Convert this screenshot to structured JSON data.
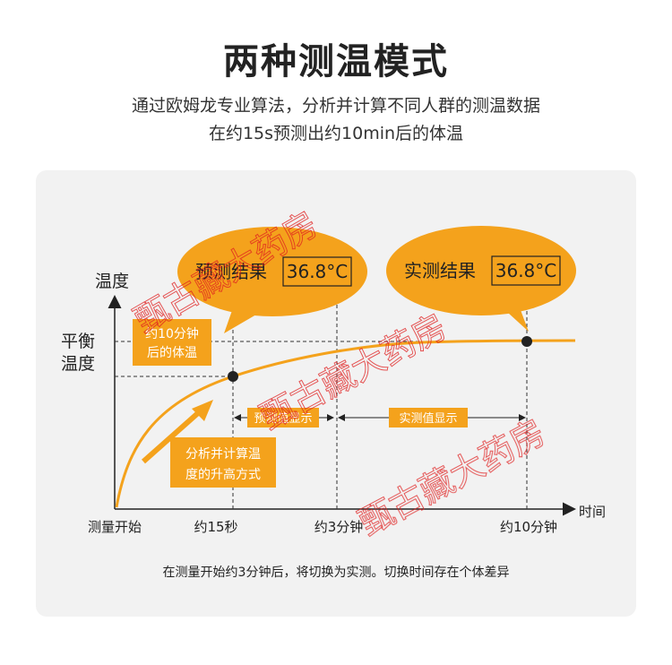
{
  "title": "两种测温模式",
  "subtitle_line1": "通过欧姆龙专业算法，分析并计算不同人群的测温数据",
  "subtitle_line2": "在约15s预测出约10min后的体温",
  "diagram": {
    "y_axis_label": "温度",
    "balance_temp_line1": "平衡",
    "balance_temp_line2": "温度",
    "x_axis_label": "时间",
    "x_start": "测量开始",
    "x_15s": "约15秒",
    "x_3min": "约3分钟",
    "x_10min": "约10分钟",
    "bubble_predict_label": "预测结果",
    "bubble_predict_value": "36.8°C",
    "bubble_actual_label": "实测结果",
    "bubble_actual_value": "36.8°C",
    "box_10min_line1": "约10分钟",
    "box_10min_line2": "后的体温",
    "box_predict_display": "预测值显示",
    "box_actual_display": "实测值显示",
    "box_algo_line1": "分析并计算温",
    "box_algo_line2": "度的升高方式",
    "caption": "在测量开始约3分钟后，将切换为实测。切换时间存在个体差异",
    "watermark": "甄古藏大药房"
  },
  "colors": {
    "orange": "#f4a21c",
    "dark": "#222222",
    "panel": "#f2f2f2",
    "watermark": "#e02020"
  }
}
